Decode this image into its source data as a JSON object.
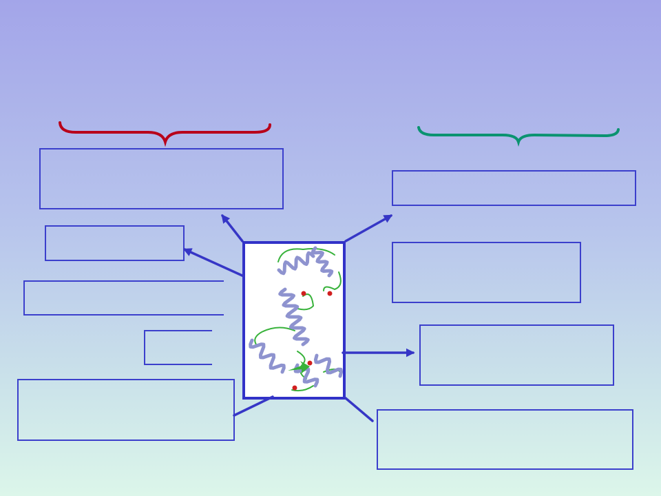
{
  "colors": {
    "box_stroke": "#3b3fcc",
    "frame_stroke": "#3232c8",
    "arrow": "#3636c6",
    "brace_left": "#b8001a",
    "brace_right": "#0a9370",
    "helix": "#8e93cf",
    "loop": "#37b23a",
    "ion": "#d11f1f"
  },
  "diagram": {
    "left_brace": {
      "name": "left-group-brace"
    },
    "right_brace": {
      "name": "right-group-brace"
    },
    "center_image": {
      "name": "protein-ribbon-structure"
    },
    "label_boxes": [
      {
        "name": "label-box-left-1",
        "text": ""
      },
      {
        "name": "label-box-left-2",
        "text": ""
      },
      {
        "name": "label-box-left-3",
        "text": ""
      },
      {
        "name": "label-box-left-4",
        "text": ""
      },
      {
        "name": "label-box-left-5",
        "text": ""
      },
      {
        "name": "label-box-right-1",
        "text": ""
      },
      {
        "name": "label-box-right-2",
        "text": ""
      },
      {
        "name": "label-box-right-3",
        "text": ""
      },
      {
        "name": "label-box-right-4",
        "text": ""
      }
    ]
  }
}
